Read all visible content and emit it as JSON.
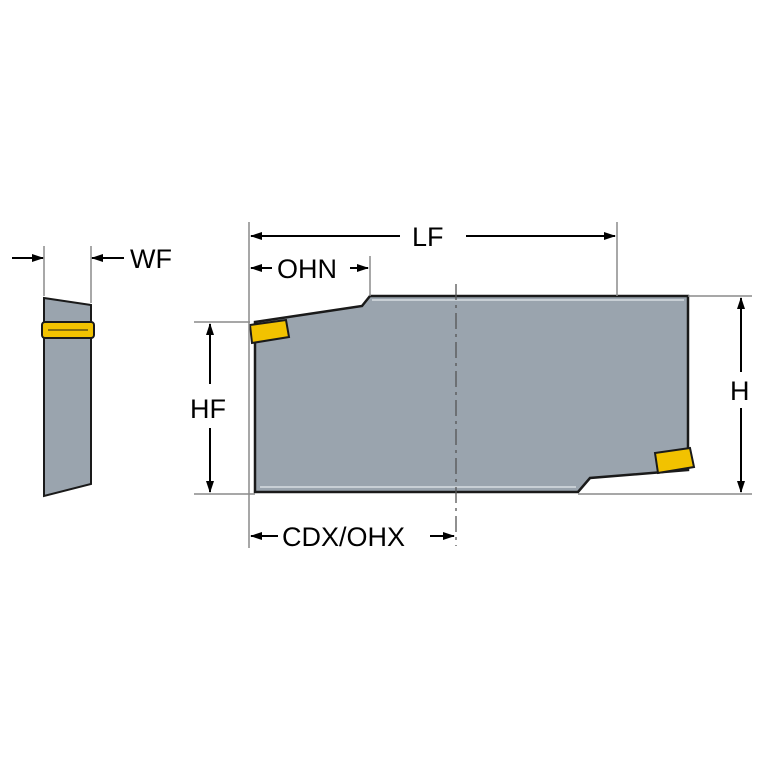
{
  "labels": {
    "wf": "WF",
    "lf": "LF",
    "ohn": "OHN",
    "hf": "HF",
    "h": "H",
    "cdx_ohx": "CDX/OHX"
  },
  "colors": {
    "body_fill": "#9AA4AE",
    "body_stroke": "#1A1A1A",
    "insert_fill": "#F2C200",
    "insert_stroke": "#1A1A1A",
    "dimension_line": "#000000",
    "extension_line": "#8A8A8A"
  }
}
